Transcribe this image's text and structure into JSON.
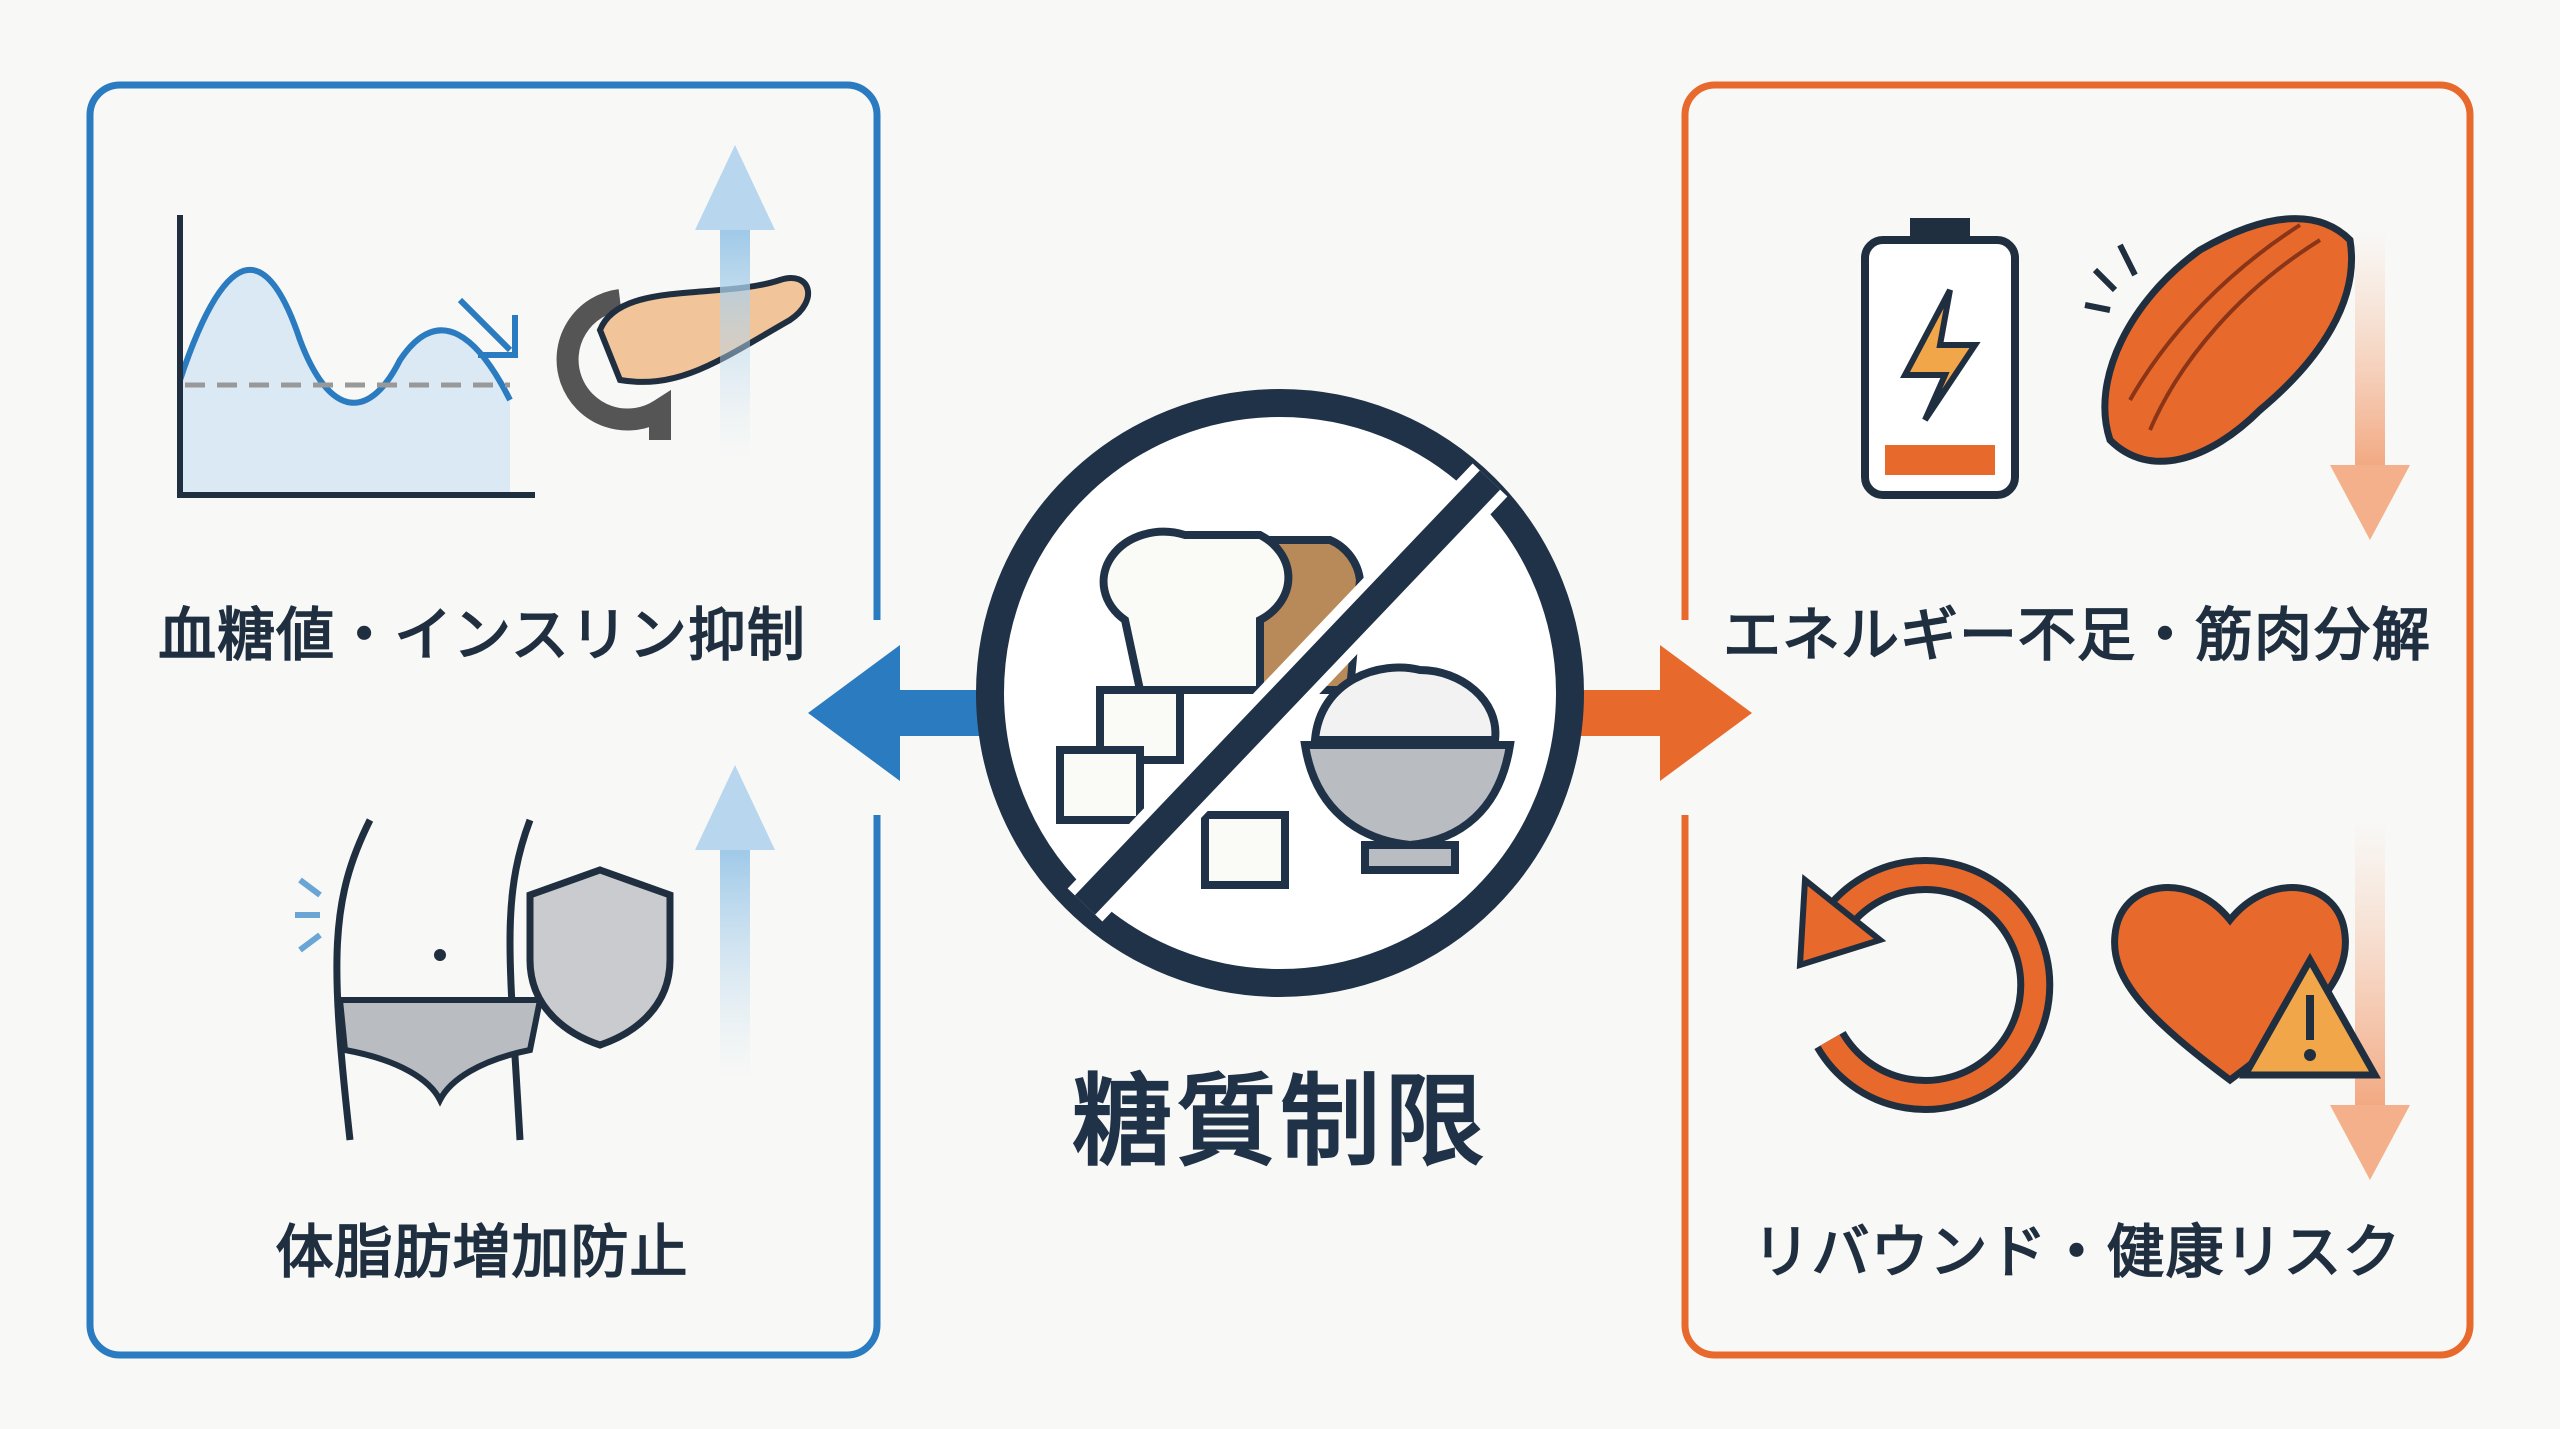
{
  "title": "糖質制限",
  "left_panel": {
    "color": "#2a7bc0",
    "items": [
      {
        "label": "血糖値・インスリン抑制",
        "icon": "blood-sugar-chart-pancreas-icon"
      },
      {
        "label": "体脂肪増加防止",
        "icon": "waist-shield-icon"
      }
    ]
  },
  "right_panel": {
    "color": "#e8692c",
    "items": [
      {
        "label": "エネルギー不足・筋肉分解",
        "icon": "low-battery-muscle-icon"
      },
      {
        "label": "リバウンド・健康リスク",
        "icon": "rebound-heart-warning-icon"
      }
    ]
  },
  "center_icon": "no-carbs-icon"
}
